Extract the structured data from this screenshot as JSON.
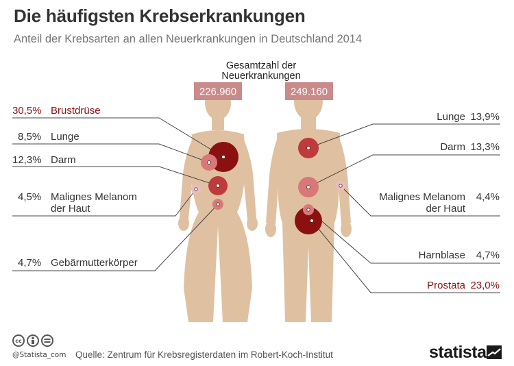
{
  "header": {
    "title": "Die häufigsten Krebserkrankungen",
    "subtitle": "Anteil der Krebsarten an allen Neuerkrankungen in Deutschland 2014"
  },
  "totals_header": {
    "line1": "Gesamtzahl der",
    "line2": "Neuerkrankungen"
  },
  "women": {
    "total": "226.960",
    "items": [
      {
        "name": "Brustdrüse",
        "value": "30,5%",
        "share": 30.5,
        "highlight": true
      },
      {
        "name": "Lunge",
        "value": "8,5%",
        "share": 8.5,
        "highlight": false
      },
      {
        "name": "Darm",
        "value": "12,3%",
        "share": 12.3,
        "highlight": false
      },
      {
        "name_line1": "Malignes Melanom",
        "name_line2": "der Haut",
        "value": "4,5%",
        "share": 4.5,
        "highlight": false
      },
      {
        "name": "Gebärmutterkörper",
        "value": "4,7%",
        "share": 4.7,
        "highlight": false
      }
    ]
  },
  "men": {
    "total": "249.160",
    "items": [
      {
        "name": "Lunge",
        "value": "13,9%",
        "share": 13.9,
        "highlight": false
      },
      {
        "name": "Darm",
        "value": "13,3%",
        "share": 13.3,
        "highlight": false
      },
      {
        "name_line1": "Malignes Melanom",
        "name_line2": "der Haut",
        "value": "4,4%",
        "share": 4.4,
        "highlight": false
      },
      {
        "name": "Harnblase",
        "value": "4,7%",
        "share": 4.7,
        "highlight": false
      },
      {
        "name": "Prostata",
        "value": "23,0%",
        "share": 23.0,
        "highlight": true
      }
    ]
  },
  "colors": {
    "body": "#dfc1a1",
    "total_box": "#c98a8a",
    "dark_red": "#8b1111",
    "mid_red": "#c0393b",
    "light_red": "#d97878",
    "pink": "#ecbcbc",
    "line": "#444444"
  },
  "footer": {
    "handle": "@Statista_com",
    "source": "Quelle: Zentrum für Krebsregisterdaten im Robert-Koch-Institut",
    "brand": "statista",
    "license_icons": [
      "cc-icon",
      "by-icon",
      "nd-icon"
    ]
  }
}
